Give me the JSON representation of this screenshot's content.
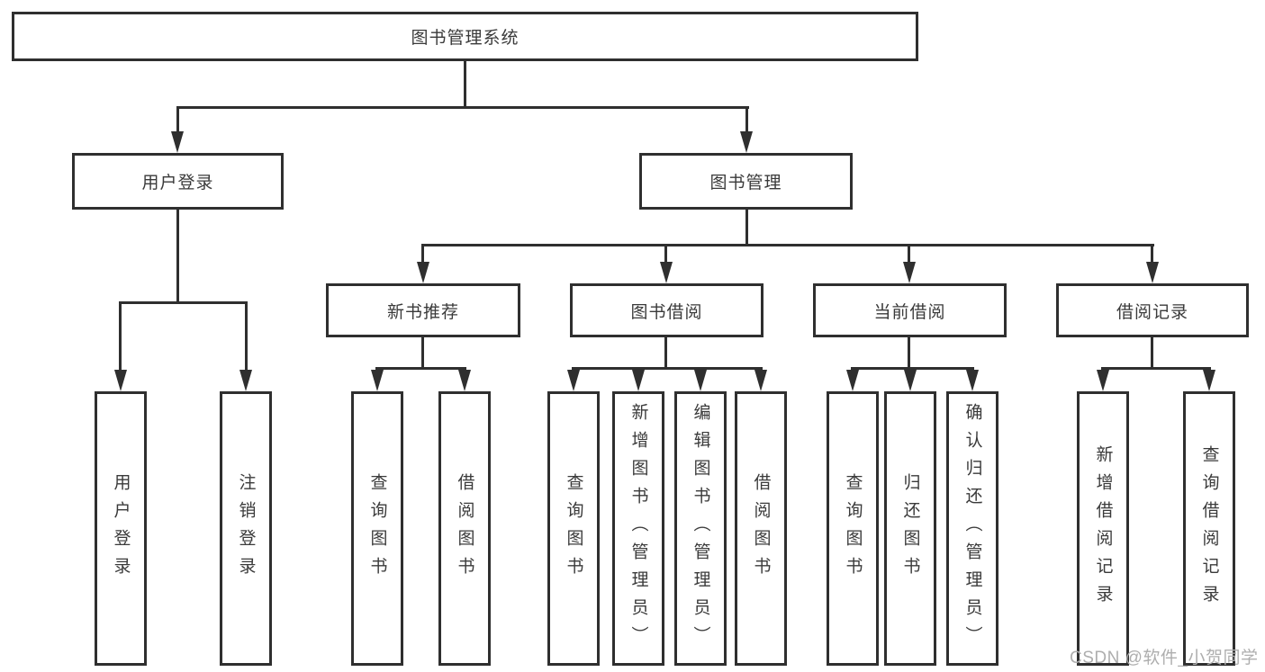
{
  "diagram": {
    "root": {
      "label": "图书管理系统"
    },
    "level2": [
      {
        "label": "用户登录",
        "parent": "图书管理系统"
      },
      {
        "label": "图书管理",
        "parent": "图书管理系统"
      }
    ],
    "level3": [
      {
        "label": "新书推荐",
        "parent": "图书管理"
      },
      {
        "label": "图书借阅",
        "parent": "图书管理"
      },
      {
        "label": "当前借阅",
        "parent": "图书管理"
      },
      {
        "label": "借阅记录",
        "parent": "图书管理"
      }
    ],
    "leaves": [
      {
        "label": "用户登录",
        "parent": "用户登录"
      },
      {
        "label": "注销登录",
        "parent": "用户登录"
      },
      {
        "label": "查询图书",
        "parent": "新书推荐"
      },
      {
        "label": "借阅图书",
        "parent": "新书推荐"
      },
      {
        "label": "查询图书",
        "parent": "图书借阅"
      },
      {
        "label": "新增图书（管理员）",
        "parent": "图书借阅"
      },
      {
        "label": "编辑图书（管理员）",
        "parent": "图书借阅"
      },
      {
        "label": "借阅图书",
        "parent": "图书借阅"
      },
      {
        "label": "查询图书",
        "parent": "当前借阅"
      },
      {
        "label": "归还图书",
        "parent": "当前借阅"
      },
      {
        "label": "确认归还（管理员）",
        "parent": "当前借阅"
      },
      {
        "label": "新增借阅记录",
        "parent": "借阅记录"
      },
      {
        "label": "查询借阅记录",
        "parent": "借阅记录"
      }
    ]
  },
  "watermark": {
    "text": "CSDN @软件_小贺同学"
  },
  "colors": {
    "line": "#2f2f2f",
    "text": "#3a3a3a",
    "box_background": "#ffffff",
    "page_background": "#ffffff",
    "watermark": "#aeaeae"
  }
}
